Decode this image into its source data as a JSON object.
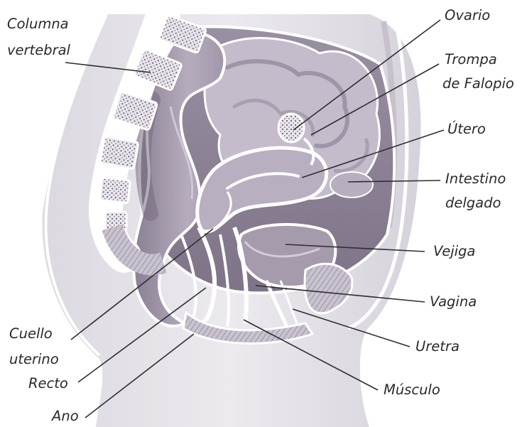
{
  "labels": {
    "columna": [
      "Columna",
      "vertebral"
    ],
    "ovario": "Ovario",
    "trompa": [
      "Trompa",
      "de Falopio"
    ],
    "utero": "Útero",
    "intestino": [
      "Intestino",
      "delgado"
    ],
    "vejiga": "Vejiga",
    "vagina": "Vagina",
    "uretra": "Uretra",
    "musculo": "Músculo",
    "cuello": [
      "Cuello",
      "uterino"
    ],
    "recto": "Recto",
    "ano": "Ano"
  },
  "colors": {
    "background": "#ffffff",
    "tissue_light": "#e6e3ea",
    "tissue_mid": "#b3aabb",
    "tissue_dark": "#6f6478",
    "outline": "#ffffff",
    "leader_line": "#2e2e2e",
    "label_text": "#2a2a2a"
  }
}
